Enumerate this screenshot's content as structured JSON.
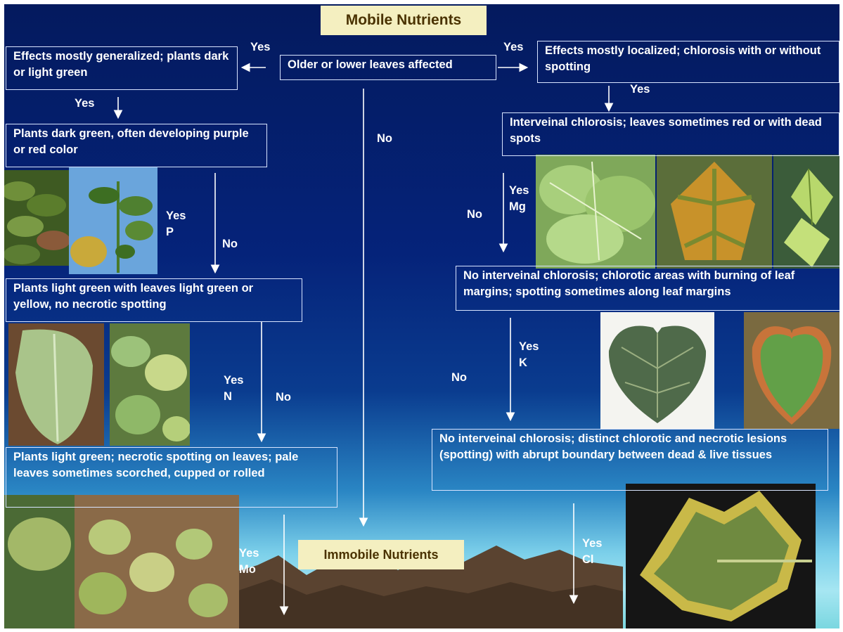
{
  "titles": {
    "mobile": "Mobile Nutrients",
    "immobile": "Immobile  Nutrients"
  },
  "boxes": {
    "older_leaves": "Older or lower leaves affected",
    "generalized": "Effects mostly generalized; plants dark or light green",
    "localized": "Effects mostly localized; chlorosis with or without spotting",
    "dark_green": "Plants dark green, often developing purple or red color",
    "interveinal": "Interveinal chlorosis; leaves sometimes red or with  dead spots",
    "light_green_yellow": "Plants light green with leaves light green or yellow, no necrotic spotting",
    "no_interveinal_burning": "No interveinal chlorosis; chlorotic areas with burning of leaf margins; spotting sometimes along leaf margins",
    "light_green_necrotic": "Plants light green; necrotic spotting on leaves; pale leaves sometimes scorched, cupped or rolled",
    "no_interveinal_lesions": "No interveinal chlorosis; distinct chlorotic and necrotic lesions (spotting) with abrupt boundary between dead & live tissues"
  },
  "labels": {
    "yes_left_top": "Yes",
    "yes_right_top": "Yes",
    "yes_generalized": "Yes",
    "yes_localized": "Yes",
    "no_center": "No",
    "yes_p": "Yes\nP",
    "no_p": "No",
    "yes_mg": "Yes\nMg",
    "no_mg": "No",
    "yes_n": "Yes\nN",
    "no_n": "No",
    "yes_k": "Yes\nK",
    "no_k": "No",
    "yes_mo": "Yes\nMo",
    "yes_cl": "Yes\nCl"
  },
  "images": [
    "crop-field-photo",
    "purple-leaf-plant-photo",
    "watermelon-leaf-photo",
    "yellow-red-leaf-photo",
    "vine-leaves-photo",
    "taro-leaf-photo",
    "cucumber-vine-photo",
    "dark-spotted-leaf-photo",
    "red-margin-leaf-photo",
    "melon-plant-photo",
    "scorched-cucumber-leaf-photo"
  ],
  "colors": {
    "box_border": "#d8e4ff",
    "title_bg": "#f4efc0",
    "title_text": "#4a3200"
  }
}
